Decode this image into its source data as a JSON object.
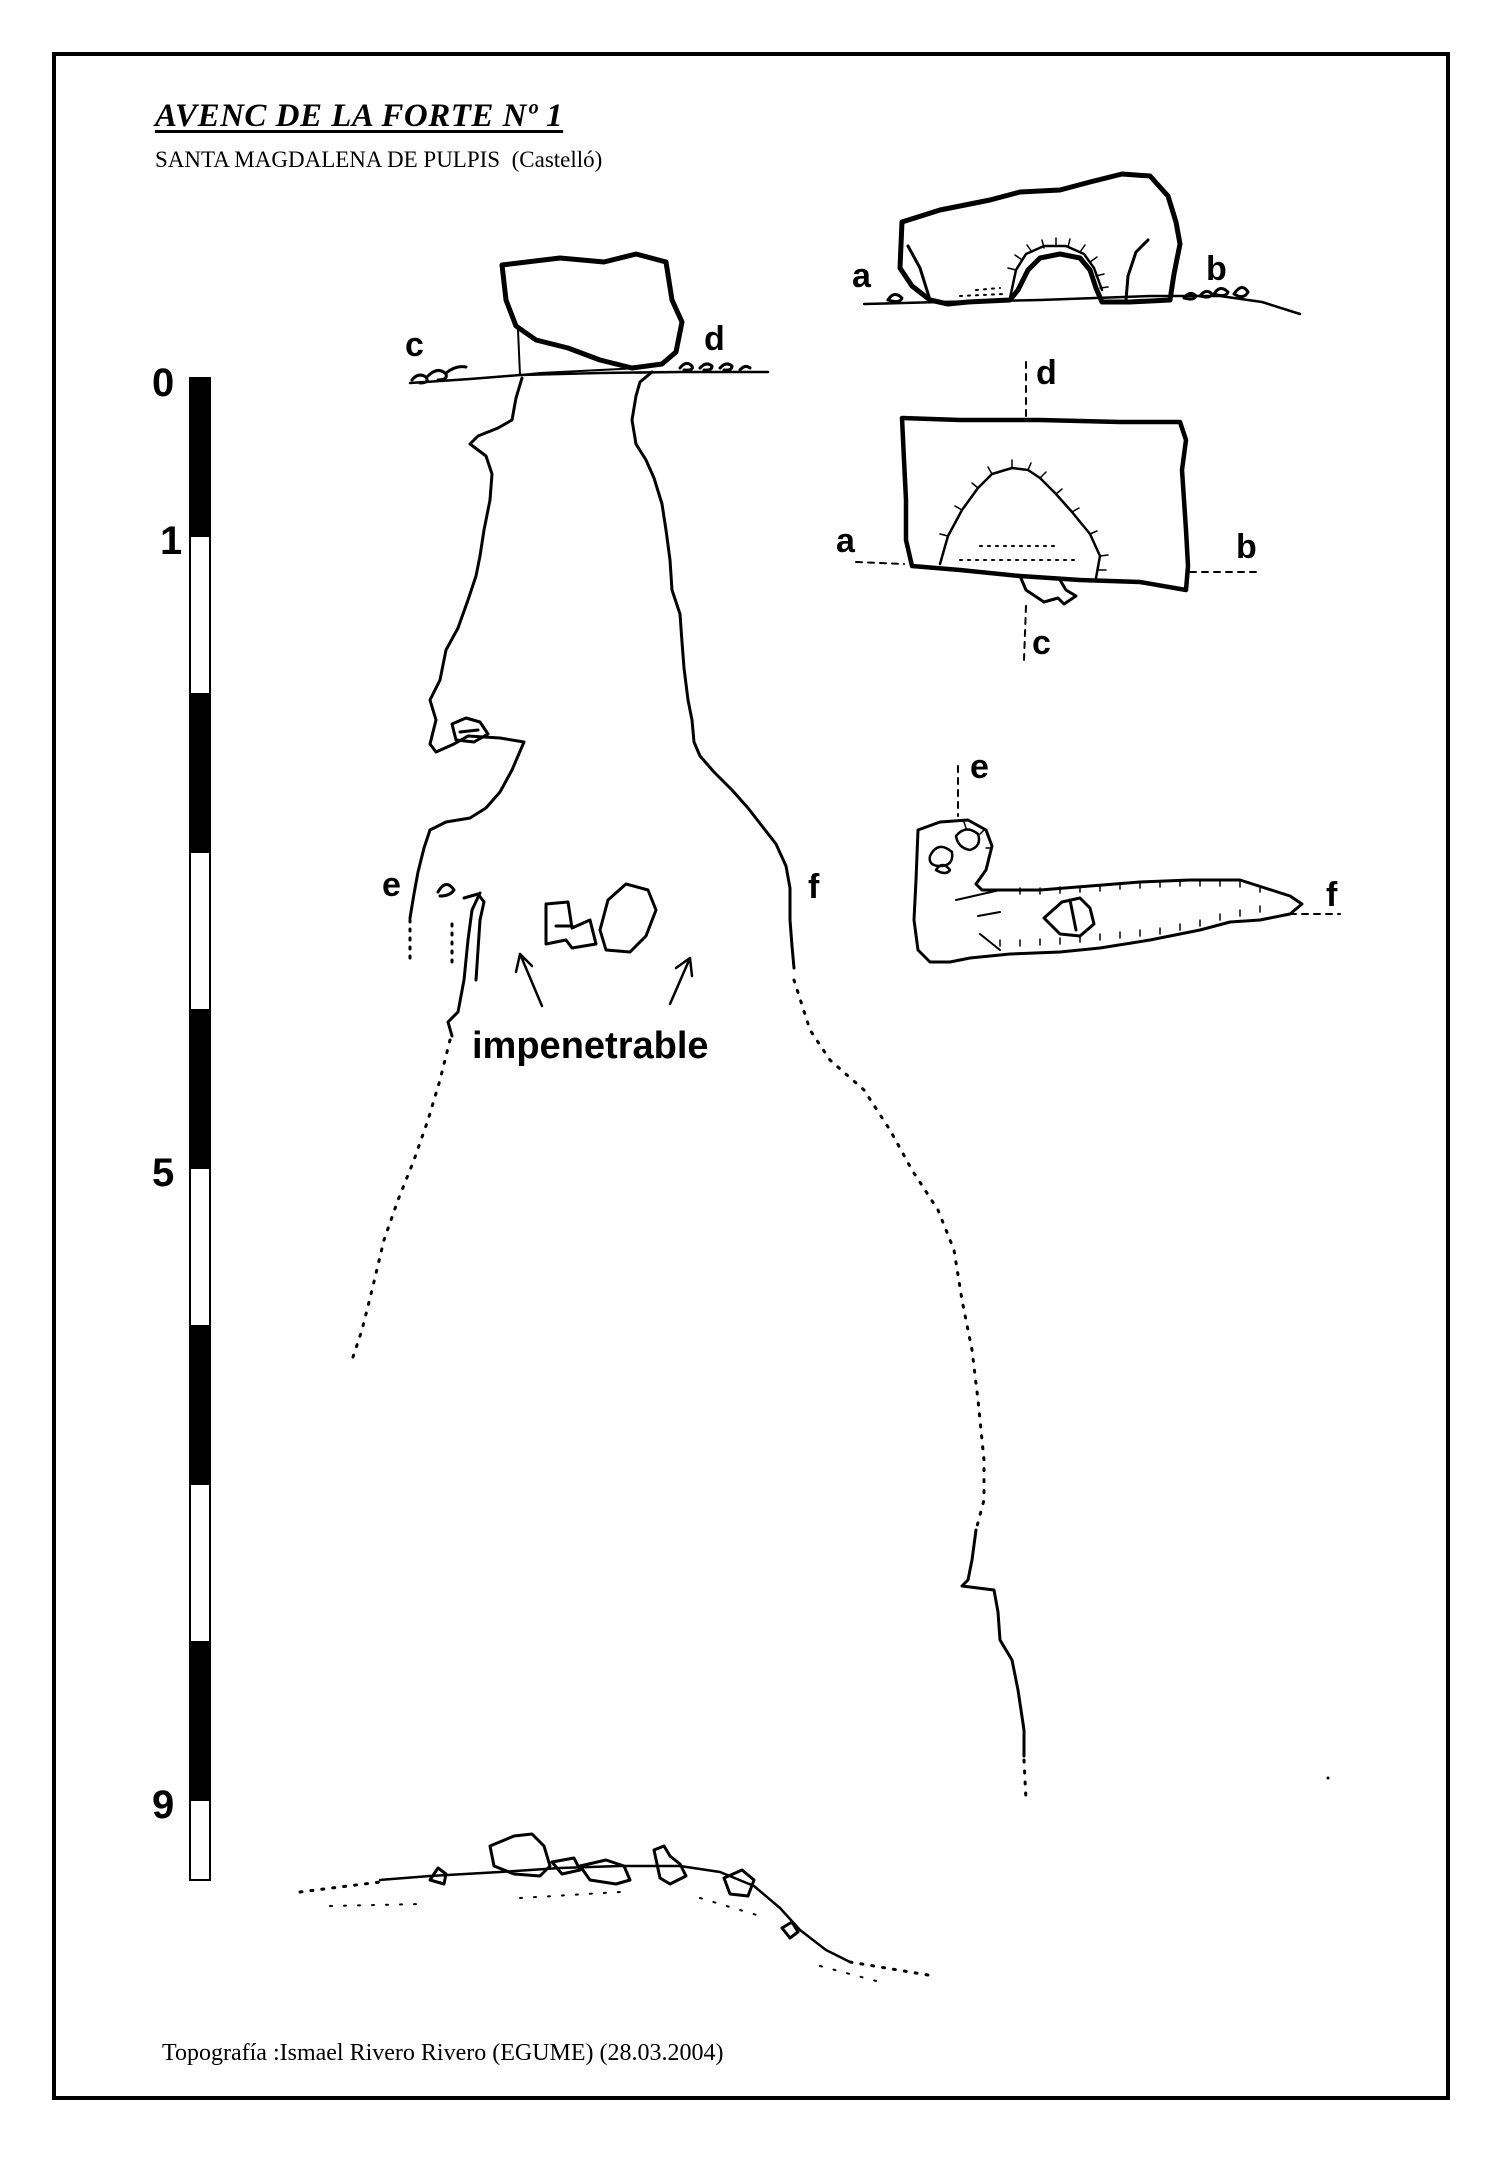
{
  "header": {
    "title": "AVENC DE LA FORTE Nº 1",
    "location": "SANTA MAGDALENA DE PULPIS",
    "region": "(Castelló)"
  },
  "scale": {
    "labels": [
      "0",
      "1",
      "5",
      "9"
    ]
  },
  "section_labels": {
    "a": "a",
    "b": "b",
    "c": "c",
    "d": "d",
    "e": "e",
    "f": "f"
  },
  "annotations": {
    "impenetrable": "impenetrable"
  },
  "footer": {
    "credit": "Topografía :Ismael Rivero Rivero (EGUME)  (28.03.2004)"
  },
  "colors": {
    "ink": "#000000",
    "paper": "#ffffff"
  }
}
